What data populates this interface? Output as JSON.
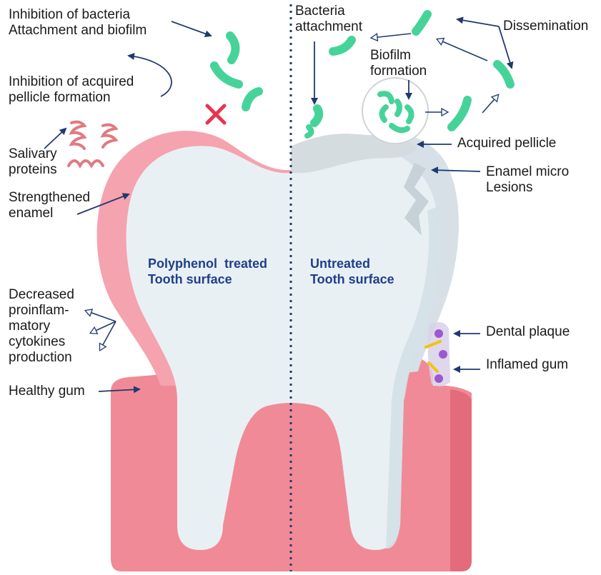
{
  "colors": {
    "enamel_pink": "#f5a3ae",
    "tooth": "#e8eff3",
    "gum": "#f08a96",
    "gum_dark": "#e46b7b",
    "bacteria": "#46d39a",
    "arrow": "#1f3a6e",
    "text_center": "#1f3f8a",
    "cross": "#e8344e",
    "pellicle": "#cfd6db"
  },
  "labels": {
    "inhibition_bacteria": [
      "Inhibition of bacteria",
      "Attachment and biofilm"
    ],
    "inhibition_pellicle": [
      "Inhibition of acquired",
      "pellicle formation"
    ],
    "salivary_proteins": [
      "Salivary",
      "proteins"
    ],
    "strengthened_enamel": [
      "Strengthened",
      "enamel"
    ],
    "decreased_cytokines": [
      "Decreased",
      "proinflam-",
      "matory",
      "cytokines",
      "production"
    ],
    "healthy_gum": "Healthy gum",
    "bacteria_attachment": [
      "Bacteria",
      "attachment"
    ],
    "biofilm_formation": [
      "Biofilm",
      "formation"
    ],
    "dissemination": "Dissemination",
    "acquired_pellicle": "Acquired pellicle",
    "enamel_micro_lesions": [
      "Enamel micro",
      "Lesions"
    ],
    "dental_plaque": "Dental plaque",
    "inflamed_gum": "Inflamed gum",
    "treated_surface": [
      "Polyphenol  treated",
      "Tooth surface"
    ],
    "untreated_surface": [
      "Untreated",
      "Tooth surface"
    ]
  },
  "icons": {
    "cross": "cross-icon",
    "bacterium": "bacterium-icon",
    "protein": "protein-coil-icon",
    "microbe": "microbe-icon"
  }
}
